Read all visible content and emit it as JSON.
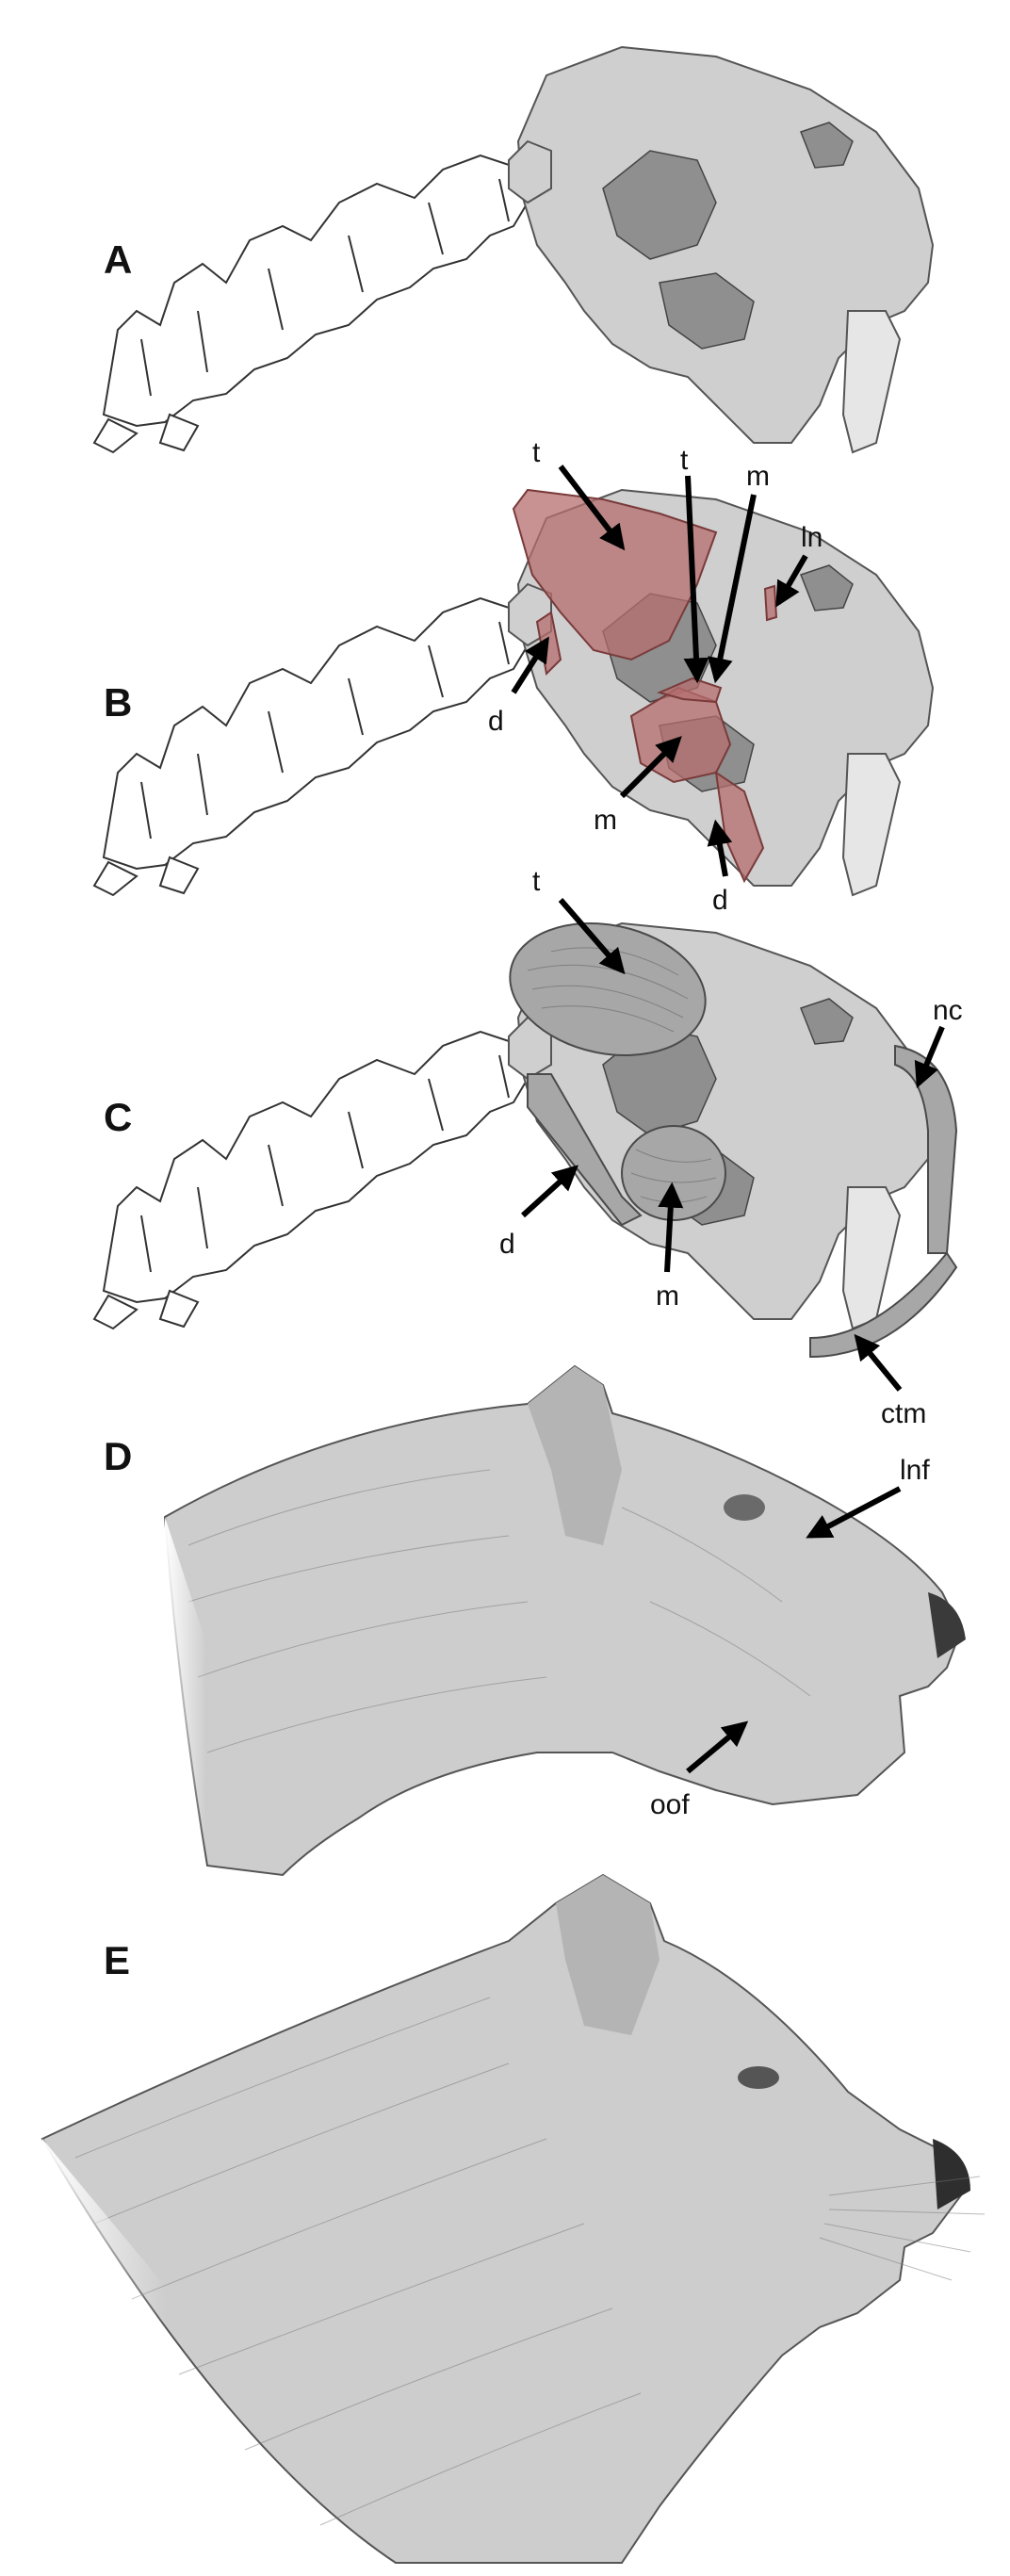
{
  "panels": [
    {
      "letter": "A"
    },
    {
      "letter": "B",
      "labels": {
        "t1": "t",
        "t2": "t",
        "m1": "m",
        "ln": "ln",
        "d1": "d",
        "m2": "m",
        "d2": "d"
      }
    },
    {
      "letter": "C",
      "labels": {
        "t": "t",
        "nc": "nc",
        "d": "d",
        "m": "m",
        "ctm": "ctm"
      }
    },
    {
      "letter": "D",
      "labels": {
        "lnf": "lnf",
        "oof": "oof"
      }
    },
    {
      "letter": "E"
    }
  ],
  "colors": {
    "muscle_attachment": "#b56e6e",
    "bone": "#cfcfcf",
    "arrow": "#000000"
  }
}
